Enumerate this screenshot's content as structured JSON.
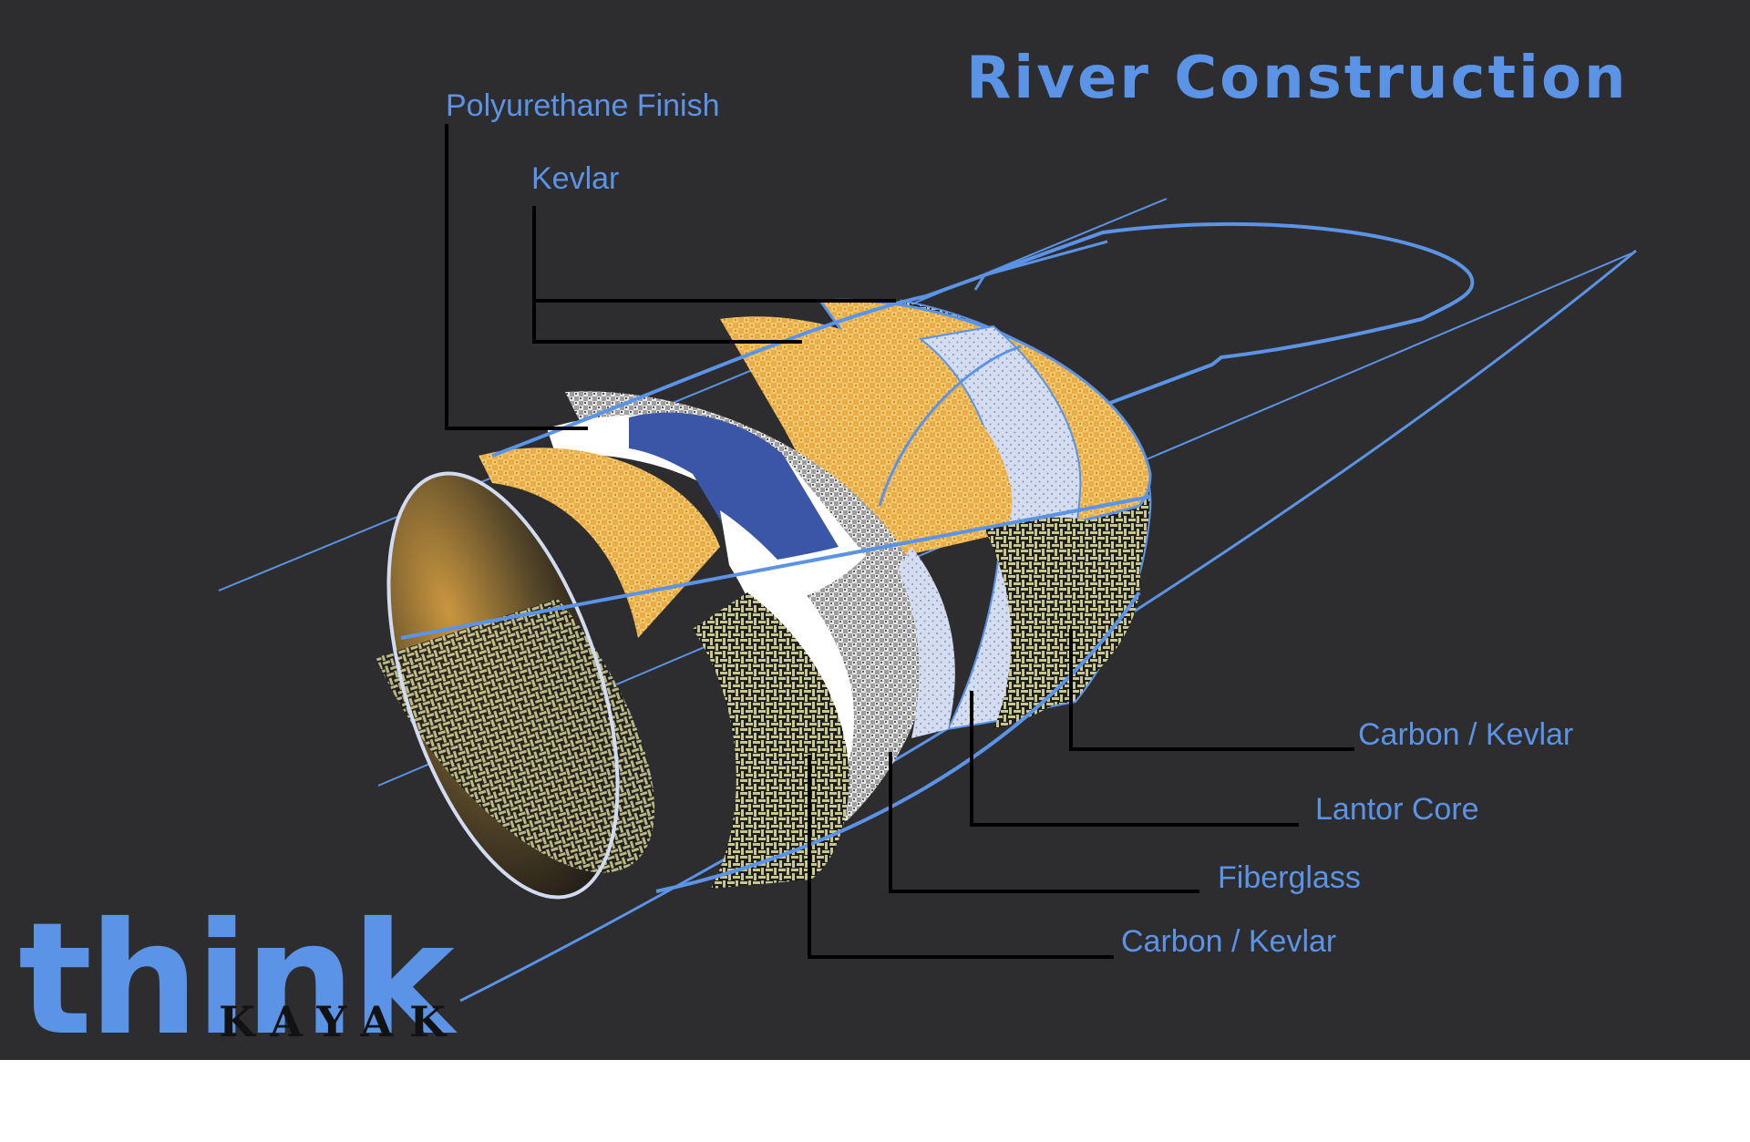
{
  "diagram": {
    "title": "River Construction",
    "callouts": {
      "polyurethane_finish": "Polyurethane Finish",
      "kevlar": "Kevlar",
      "carbon_kevlar_outer": "Carbon / Kevlar",
      "lantor_core": "Lantor Core",
      "fiberglass": "Fiberglass",
      "carbon_kevlar_inner": "Carbon / Kevlar"
    }
  },
  "logo": {
    "word": "think",
    "subword": "KAYAK"
  },
  "colors": {
    "background": "#2d2d2f",
    "accent_blue": "#5b93e6",
    "kevlar_gold": "#e8ad48",
    "carbon_kevlar_olive": "#8e8a5a",
    "fiberglass_gray": "#bdbdbd",
    "lantor_core_lavender": "#d3dbf0",
    "finish_band_blue": "#3b56a6"
  }
}
